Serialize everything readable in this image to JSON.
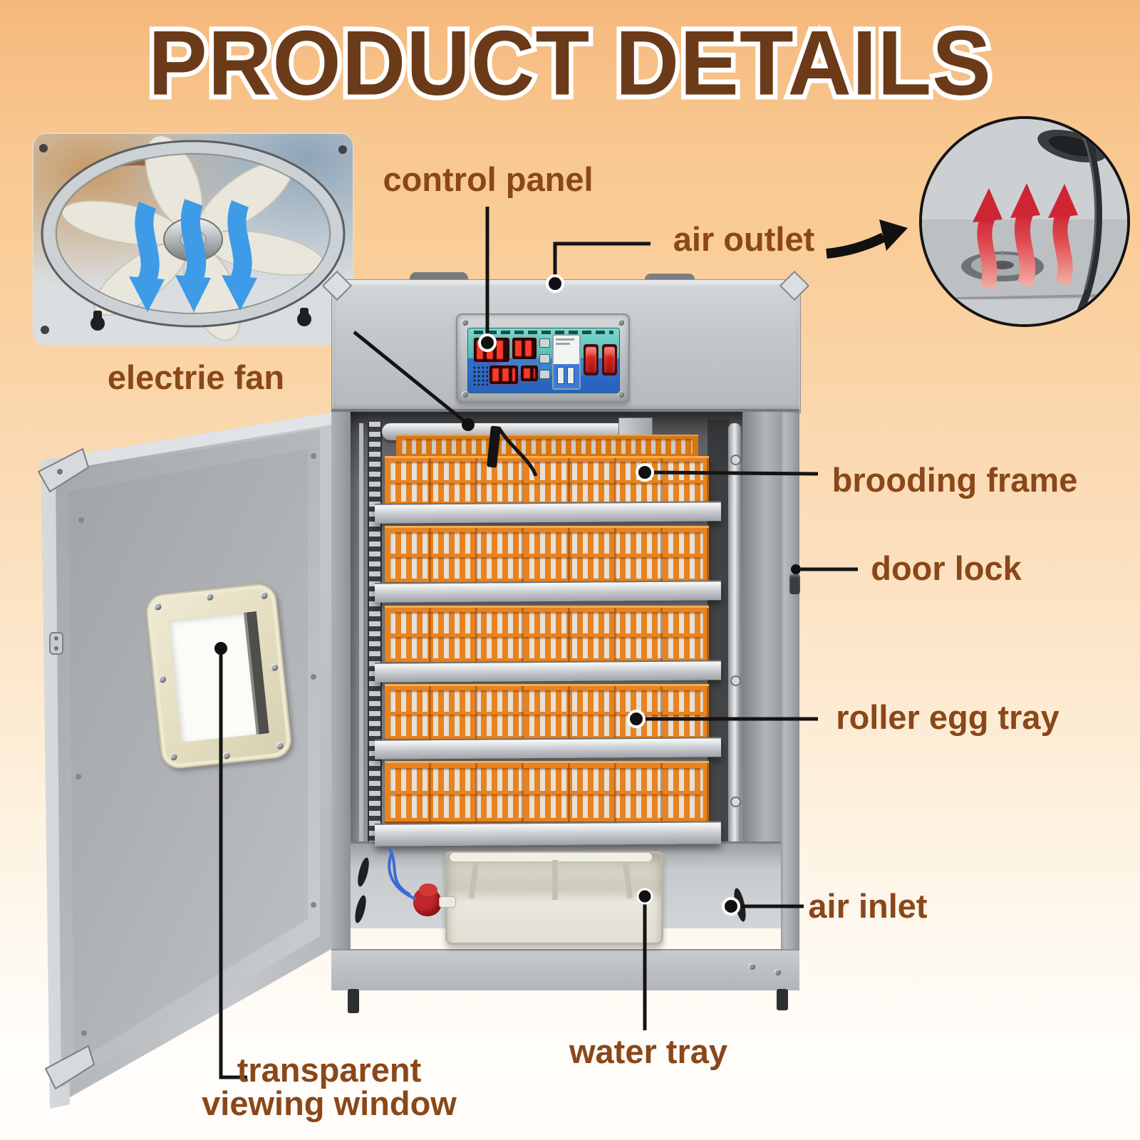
{
  "title": "PRODUCT DETAILS",
  "labels": {
    "control_panel": "control panel",
    "air_outlet": "air outlet",
    "electric_fan": "electrie fan",
    "brooding_frame": "brooding frame",
    "door_lock": "door lock",
    "roller_egg_tray": "roller egg tray",
    "air_inlet": "air inlet",
    "water_tray": "water tray",
    "viewing_window_line1": "transparent",
    "viewing_window_line2": "viewing window"
  },
  "icons": {
    "airflow_down_arrows": "blue wavy arrows pointing down (fan airflow)",
    "airflow_up_arrows": "red wavy arrows pointing up (hot air out)",
    "pointer_arrow": "black arrow pointing to air outlet close-up"
  },
  "colors": {
    "title_brown": "#6B3A18",
    "label_brown": "#8A4718",
    "callout_line": "#141414",
    "background_top": "#F5B87C",
    "background_bottom": "#FFFCF9",
    "tray_orange": "#E8831F",
    "cabinet_gray": "#C6C9CB",
    "panel_teal": "#5BC8BE",
    "panel_blue": "#2F6FD2",
    "arrow_blue": "#3D9BE8",
    "arrow_red": "#D5303C"
  }
}
